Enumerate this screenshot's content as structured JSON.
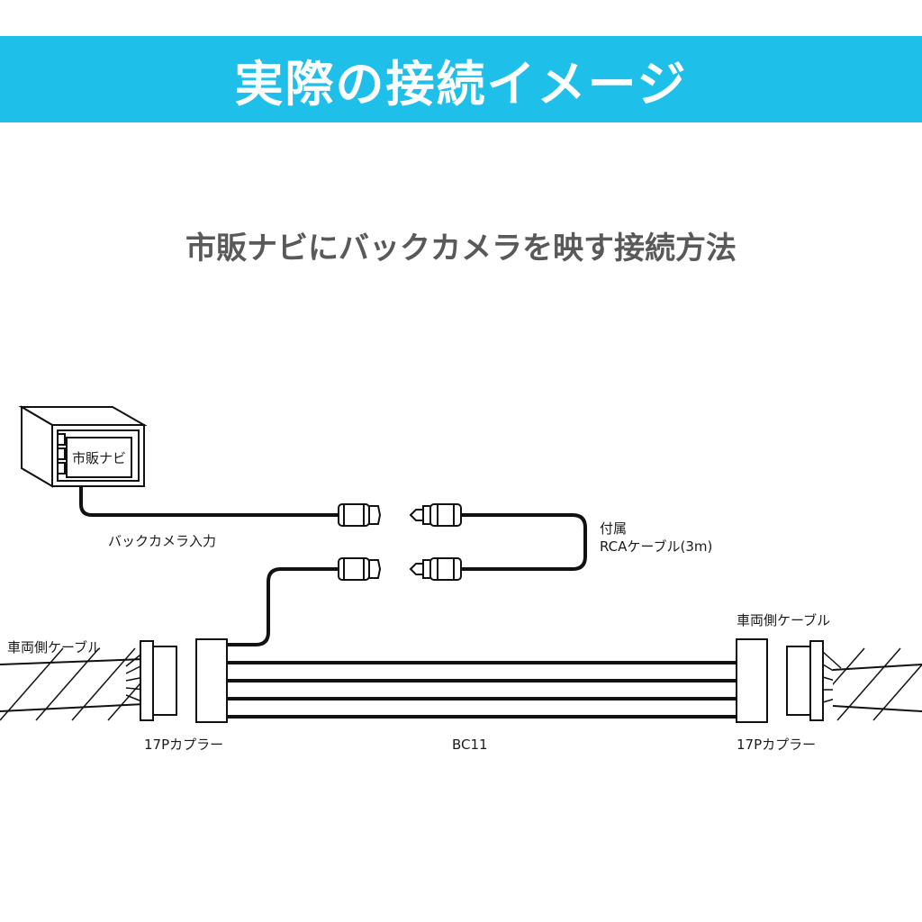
{
  "header": {
    "title": "実際の接続イメージ"
  },
  "subtitle": "市販ナビにバックカメラを映す接続方法",
  "colors": {
    "banner": "#1ec0ea",
    "subtitle": "#595959",
    "line": "#111111"
  },
  "labels": {
    "navi_unit": "市販ナビ",
    "backcam_input": "バックカメラ入力",
    "rca_line1": "付属",
    "rca_line2": "RCAケーブル(3m)",
    "vehicle_cable_left": "車両側ケーブル",
    "vehicle_cable_right": "車両側ケーブル",
    "coupler_left": "17Pカプラー",
    "coupler_right": "17Pカプラー",
    "harness": "BC11"
  }
}
